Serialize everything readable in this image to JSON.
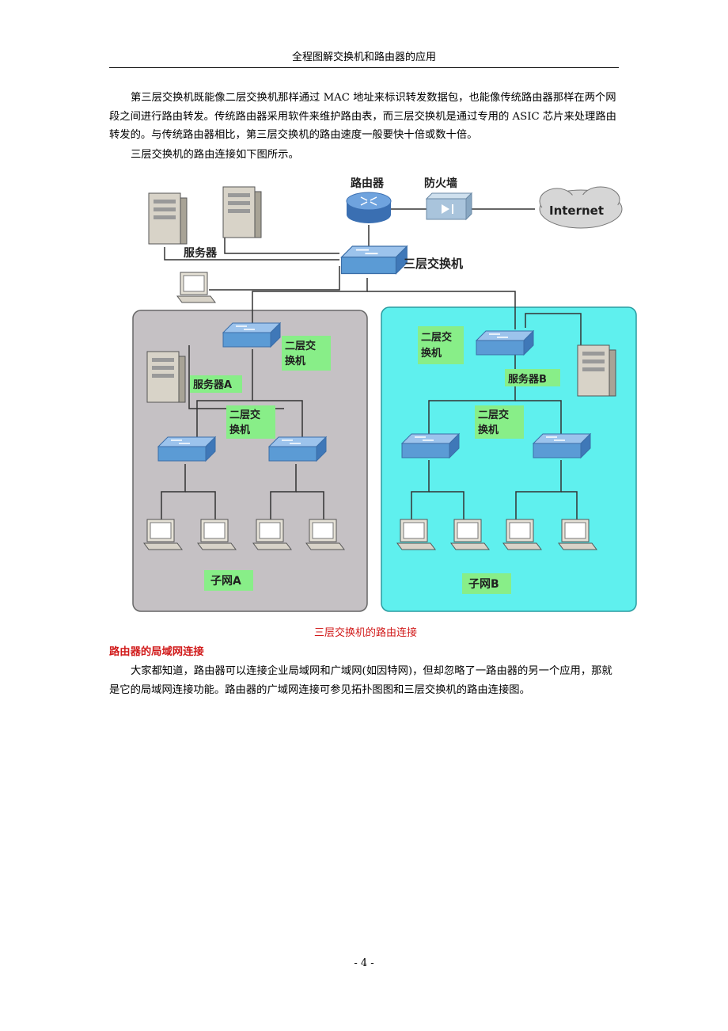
{
  "header": {
    "title": "全程图解交换机和路由器的应用"
  },
  "paragraphs": {
    "p1": "第三层交换机既能像二层交换机那样通过 MAC 地址来标识转发数据包，也能像传统路由器那样在两个网段之间进行路由转发。传统路由器采用软件来维护路由表，而三层交换机是通过专用的 ASIC 芯片来处理路由转发的。与传统路由器相比，第三层交换机的路由速度一般要快十倍或数十倍。",
    "p2": "三层交换机的路由连接如下图所示。",
    "p3": "大家都知道，路由器可以连接企业局域网和广域网(如因特网)，但却忽略了一路由器的另一个应用，那就是它的局域网连接功能。路由器的广域网连接可参见拓扑图图和三层交换机的路由连接图。"
  },
  "diagram": {
    "router_label": "路由器",
    "firewall_label": "防火墙",
    "internet_label": "Internet",
    "servers_label": "服务器",
    "l3_switch_label": "三层交换机",
    "subnet_a": {
      "switch_label": "二层交换机",
      "switch_label_lines": [
        "二层交",
        "换机"
      ],
      "server_label": "服务器A",
      "subnet_label": "子网A",
      "color": "#c5c1c4"
    },
    "subnet_b": {
      "switch_label_lines": [
        "二层交",
        "换机"
      ],
      "server_label": "服务器B",
      "subnet_label": "子网B",
      "color": "#5ff0ee"
    },
    "label_bg_color": "#88ee88",
    "switch_color": "#5b9bd5"
  },
  "caption": "三层交换机的路由连接",
  "section_heading": "路由器的局域网连接",
  "page_number": "- 4 -"
}
